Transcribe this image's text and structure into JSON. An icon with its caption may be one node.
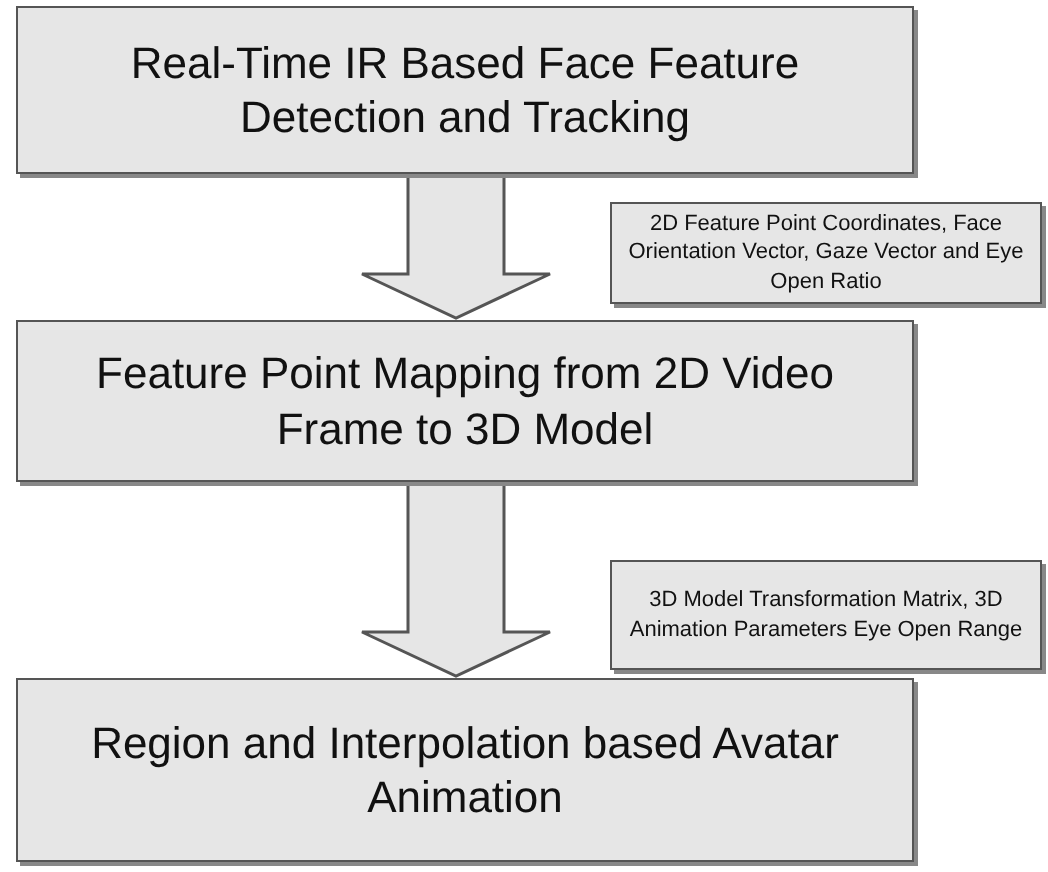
{
  "diagram": {
    "nodes": [
      {
        "text": [
          "Real-Time IR Based Face Feature Detection and Tracking"
        ]
      },
      {
        "text": [
          "Feature Point Mapping from 2D Video Frame to 3D Model"
        ]
      },
      {
        "text": [
          "Region and Interpolation based Avatar Animation"
        ]
      },
      {
        "text": [
          "2D Feature Point Coordinates, Face Orientation Vector, Gaze Vector and Eye Open Ratio"
        ]
      },
      {
        "text": [
          "3D Model Transformation Matrix, 3D Animation Parameters Eye Open Range"
        ]
      }
    ],
    "edges": [
      {
        "from": 0,
        "to": 1,
        "arrow": "to"
      },
      {
        "from": 1,
        "to": 2,
        "arrow": "to"
      }
    ]
  }
}
